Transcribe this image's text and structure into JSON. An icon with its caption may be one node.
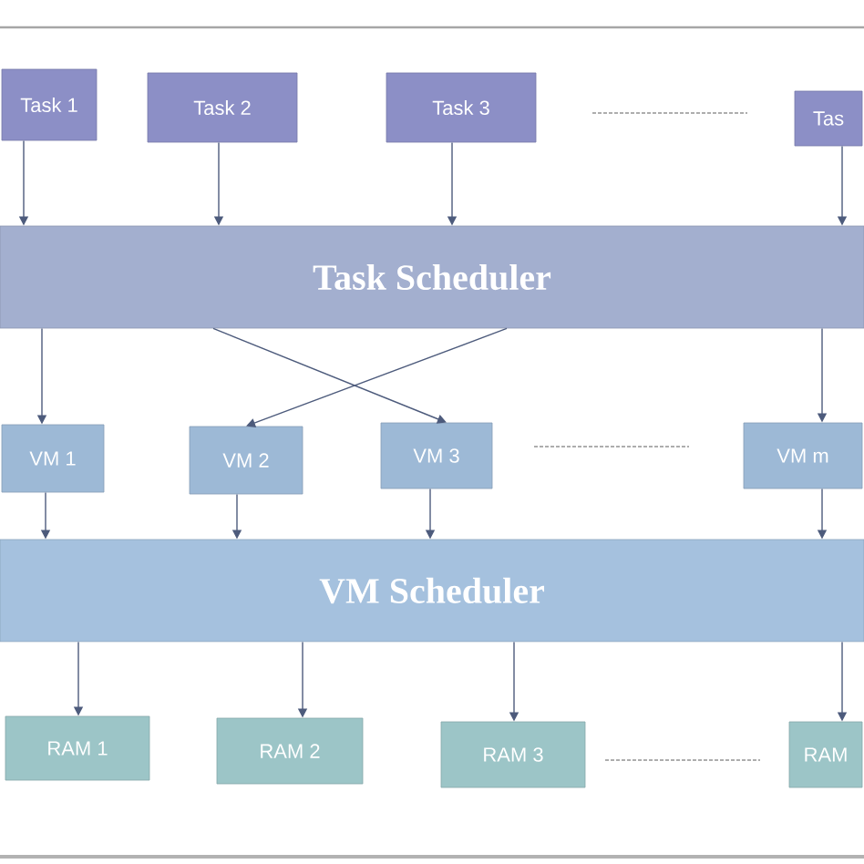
{
  "diagram": {
    "nodes": [
      {
        "text": [
          "Task 1"
        ]
      },
      {
        "text": [
          "Task 2"
        ]
      },
      {
        "text": [
          "Task 3"
        ]
      },
      {
        "text": [
          "Tas"
        ]
      },
      {
        "text": [
          "Task Scheduler"
        ]
      },
      {
        "text": [
          "VM 1"
        ]
      },
      {
        "text": [
          "VM 2"
        ]
      },
      {
        "text": [
          "VM 3"
        ]
      },
      {
        "text": [
          "VM m"
        ]
      },
      {
        "text": [
          "VM Scheduler"
        ]
      },
      {
        "text": [
          "RAM 1"
        ]
      },
      {
        "text": [
          "RAM 2"
        ]
      },
      {
        "text": [
          "RAM 3"
        ]
      },
      {
        "text": [
          "RAM"
        ]
      }
    ],
    "edges": [
      {
        "from": 0,
        "to": 4,
        "arrow": "to"
      },
      {
        "from": 1,
        "to": 4,
        "arrow": "to"
      },
      {
        "from": 2,
        "to": 4,
        "arrow": "to"
      },
      {
        "from": 3,
        "to": 4,
        "arrow": "to"
      },
      {
        "from": 4,
        "to": 5,
        "arrow": "to"
      },
      {
        "from": 4,
        "to": 7,
        "arrow": "to"
      },
      {
        "from": 4,
        "to": 6,
        "arrow": "to"
      },
      {
        "from": 4,
        "to": 8,
        "arrow": "to"
      },
      {
        "from": 5,
        "to": 9,
        "arrow": "to"
      },
      {
        "from": 6,
        "to": 9,
        "arrow": "to"
      },
      {
        "from": 7,
        "to": 9,
        "arrow": "to"
      },
      {
        "from": 8,
        "to": 9,
        "arrow": "to"
      },
      {
        "from": 9,
        "to": 10,
        "arrow": "to"
      },
      {
        "from": 9,
        "to": 11,
        "arrow": "to"
      },
      {
        "from": 9,
        "to": 12,
        "arrow": "to"
      },
      {
        "from": 9,
        "to": 13,
        "arrow": "to"
      }
    ]
  }
}
